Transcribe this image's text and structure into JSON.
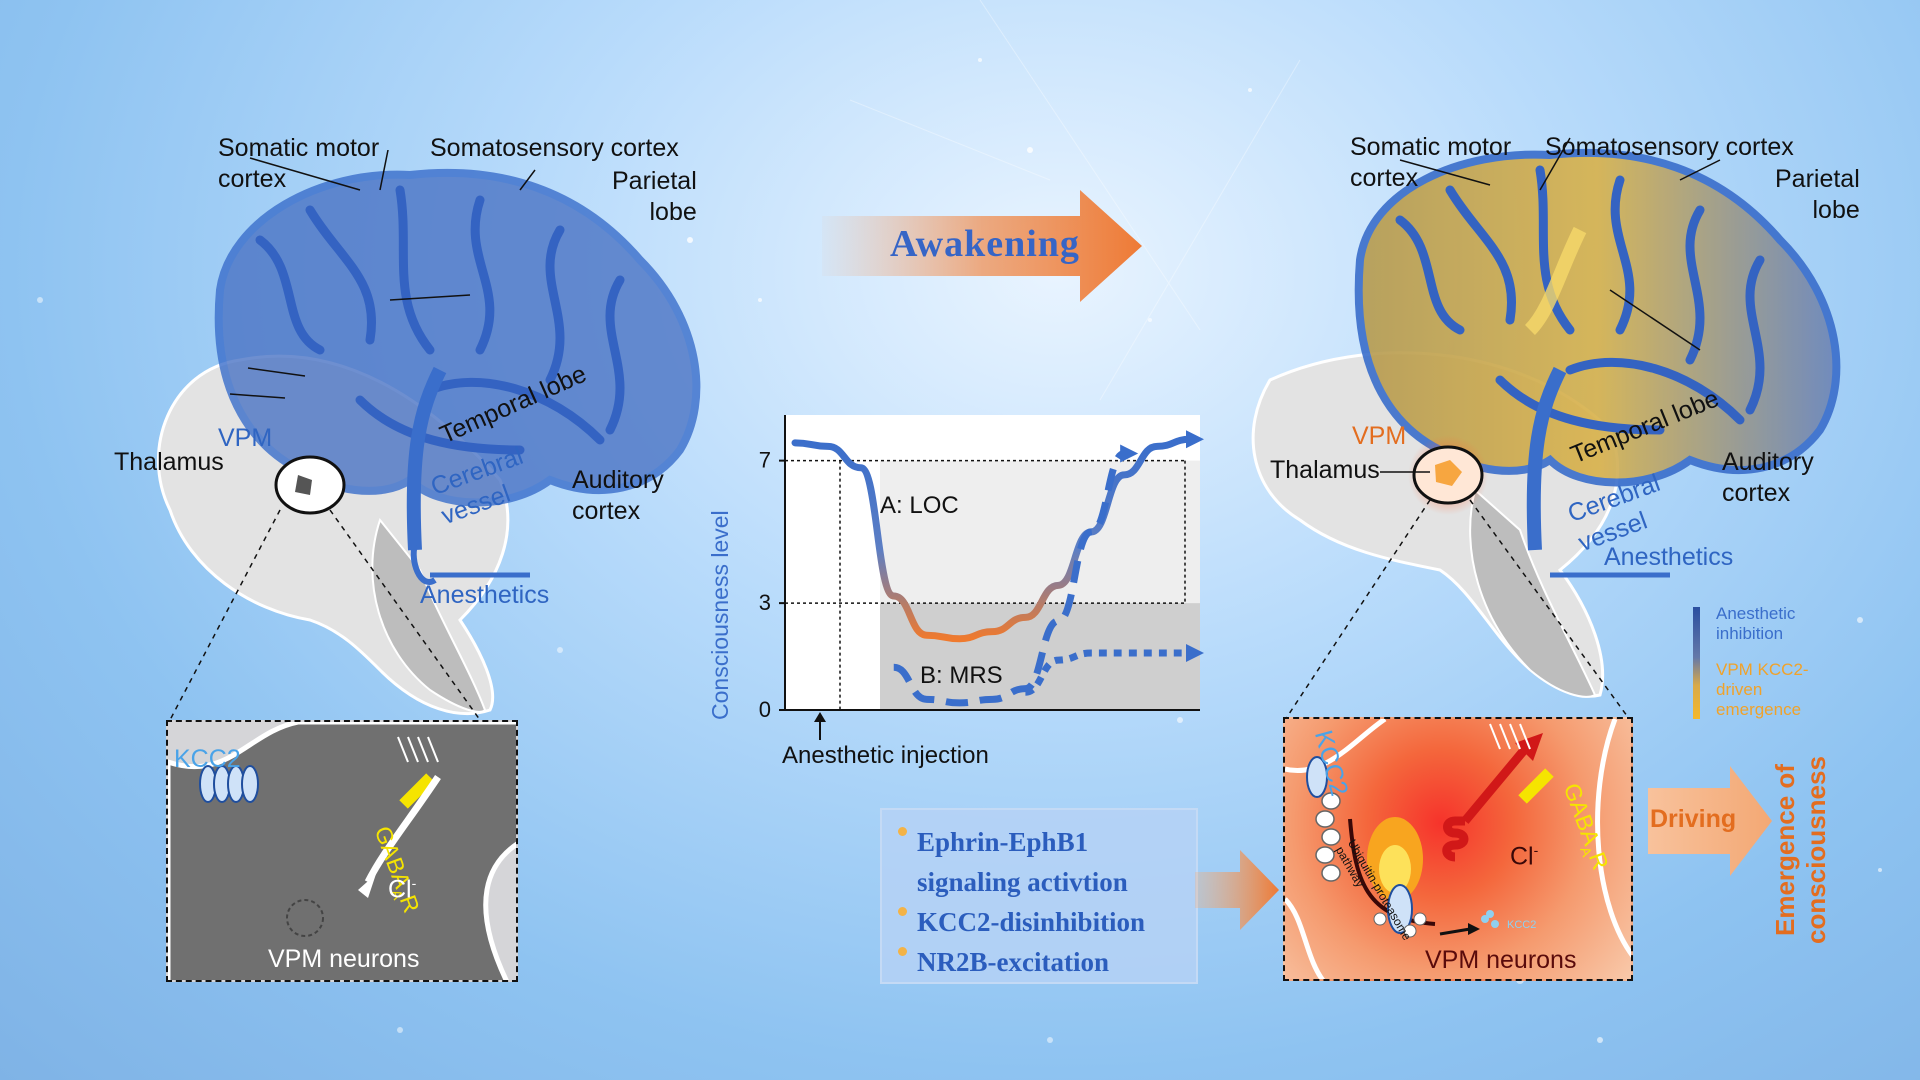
{
  "left_brain": {
    "somatic_motor": [
      "Somatic motor",
      "cortex"
    ],
    "somatosensory": "Somatosensory cortex",
    "parietal": [
      "Parietal",
      "lobe"
    ],
    "vpm": "VPM",
    "thalamus": "Thalamus",
    "temporal": "Temporal lobe",
    "cerebral_vessel": [
      "Cerebral",
      "vessel"
    ],
    "auditory": [
      "Auditory",
      "cortex"
    ],
    "anesthetics": "Anesthetics"
  },
  "left_inset": {
    "kcc2": "KCC2",
    "gaba": "GABA",
    "gaba_sub": "A",
    "gaba_suffix": "R",
    "cl": "Cl",
    "cl_sup": "-",
    "neurons": "VPM neurons"
  },
  "awakening": "Awakening",
  "chart_data": {
    "type": "line",
    "ylabel": "Consciousness level",
    "yticks": [
      "7",
      "3",
      "0"
    ],
    "ylim": [
      0,
      8
    ],
    "annotation_a": "A: LOC",
    "annotation_b": "B: MRS",
    "injection_label": "Anesthetic injection",
    "thresholds": [
      7,
      3
    ],
    "series": [
      {
        "style": "solid",
        "values": [
          7.5,
          7.4,
          6.8,
          3.2,
          2.1,
          2.0,
          2.2,
          2.6,
          3.5,
          5.0,
          6.6,
          7.4,
          7.6
        ]
      },
      {
        "style": "dashed",
        "values": [
          null,
          null,
          null,
          1.2,
          0.3,
          0.2,
          0.3,
          0.6,
          2.5,
          5.0,
          7.2,
          null,
          null
        ]
      },
      {
        "style": "dotted",
        "values": [
          null,
          null,
          null,
          null,
          null,
          null,
          null,
          0.5,
          1.4,
          1.6,
          1.6,
          1.6,
          1.6
        ]
      }
    ]
  },
  "mechanisms": [
    "Ephrin-EphB1",
    "signaling activtion",
    "KCC2-disinhibition",
    "NR2B-excitation"
  ],
  "right_brain": {
    "somatic_motor": [
      "Somatic motor",
      "cortex"
    ],
    "somatosensory": "Somatosensory cortex",
    "parietal": [
      "Parietal",
      "lobe"
    ],
    "vpm": "VPM",
    "thalamus": "Thalamus",
    "temporal": "Temporal lobe",
    "cerebral_vessel": [
      "Cerebral",
      "vessel"
    ],
    "auditory": [
      "Auditory",
      "cortex"
    ],
    "anesthetics": "Anesthetics"
  },
  "legend": {
    "inhibition": [
      "Anesthetic",
      "inhibition"
    ],
    "emergence": [
      "VPM KCC2-",
      "driven",
      "emergence"
    ]
  },
  "right_inset": {
    "kcc2": "KCC2",
    "gaba": "GABA",
    "gaba_sub": "A",
    "gaba_suffix": "R",
    "cl": "Cl",
    "cl_sup": "-",
    "pathway": [
      "Ubiquitin-proteasome",
      "pathway"
    ],
    "neurons": "VPM neurons",
    "kcc2_small": "KCC2"
  },
  "driving": "Driving",
  "emergence": [
    "Emergence of",
    "consciousness"
  ],
  "colors": {
    "blue": "#3a6ecb",
    "orange": "#e97a2c",
    "yellow": "#f5e400"
  }
}
